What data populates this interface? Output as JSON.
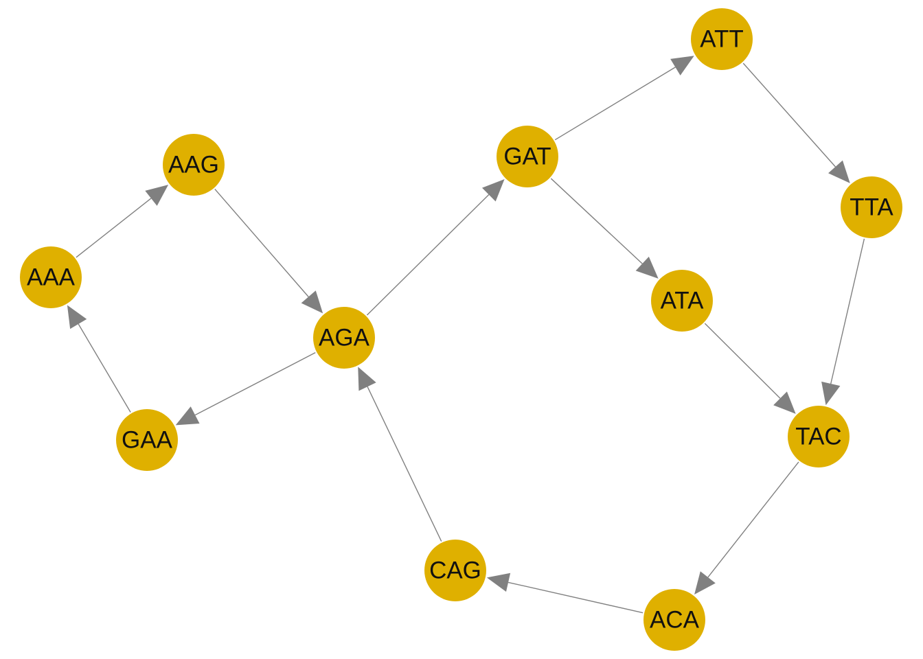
{
  "diagram": {
    "type": "directed-graph",
    "colors": {
      "node": "#dfb000",
      "edge": "#808080",
      "label": "#111111"
    },
    "nodes": [
      {
        "id": "ATT",
        "label": "ATT"
      },
      {
        "id": "GAT",
        "label": "GAT"
      },
      {
        "id": "AAG",
        "label": "AAG"
      },
      {
        "id": "TTA",
        "label": "TTA"
      },
      {
        "id": "AAA",
        "label": "AAA"
      },
      {
        "id": "ATA",
        "label": "ATA"
      },
      {
        "id": "AGA",
        "label": "AGA"
      },
      {
        "id": "TAC",
        "label": "TAC"
      },
      {
        "id": "GAA",
        "label": "GAA"
      },
      {
        "id": "CAG",
        "label": "CAG"
      },
      {
        "id": "ACA",
        "label": "ACA"
      }
    ],
    "edges": [
      {
        "from": "AAA",
        "to": "AAG"
      },
      {
        "from": "AAG",
        "to": "AGA"
      },
      {
        "from": "AGA",
        "to": "GAT"
      },
      {
        "from": "AGA",
        "to": "GAA"
      },
      {
        "from": "GAA",
        "to": "AAA"
      },
      {
        "from": "GAT",
        "to": "ATT"
      },
      {
        "from": "GAT",
        "to": "ATA"
      },
      {
        "from": "ATT",
        "to": "TTA"
      },
      {
        "from": "TTA",
        "to": "TAC"
      },
      {
        "from": "ATA",
        "to": "TAC"
      },
      {
        "from": "TAC",
        "to": "ACA"
      },
      {
        "from": "ACA",
        "to": "CAG"
      },
      {
        "from": "CAG",
        "to": "AGA"
      }
    ]
  }
}
